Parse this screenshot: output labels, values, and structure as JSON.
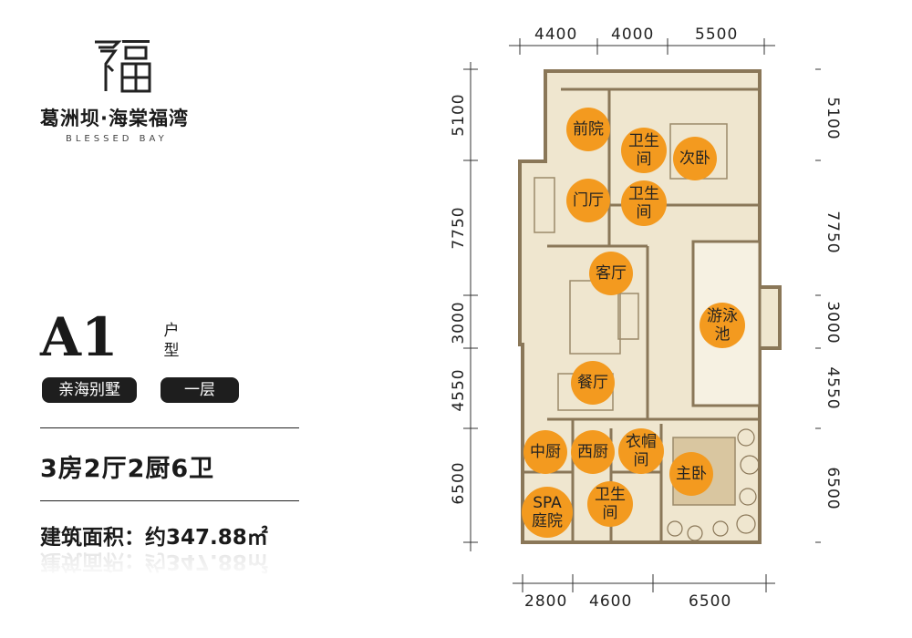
{
  "brand": {
    "logo_glyph": "福",
    "name_cn": "葛洲坝·海棠福湾",
    "name_en": "BLESSED BAY"
  },
  "unit": {
    "code": "A1",
    "suffix": "户型",
    "tag_type": "亲海别墅",
    "tag_floor": "一层",
    "rooms": "3房2厅2厨6卫",
    "area_label": "建筑面积：约347.88㎡"
  },
  "dimensions": {
    "top": [
      "4400",
      "4000",
      "5500"
    ],
    "bottom": [
      "2800",
      "4600",
      "6500"
    ],
    "left": [
      "5100",
      "7750",
      "3000",
      "4550",
      "6500"
    ],
    "right": [
      "5100",
      "7750",
      "3000",
      "4550",
      "6500"
    ]
  },
  "rooms": [
    {
      "id": "front-yard",
      "label": "前院"
    },
    {
      "id": "bathroom-1",
      "label": "卫生间"
    },
    {
      "id": "second-bedroom",
      "label": "次卧"
    },
    {
      "id": "foyer",
      "label": "门厅"
    },
    {
      "id": "bathroom-2",
      "label": "卫生间"
    },
    {
      "id": "living-room",
      "label": "客厅"
    },
    {
      "id": "pool",
      "label": "游泳池"
    },
    {
      "id": "dining-room",
      "label": "餐厅"
    },
    {
      "id": "chinese-kitchen",
      "label": "中厨"
    },
    {
      "id": "western-kitchen",
      "label": "西厨"
    },
    {
      "id": "cloakroom",
      "label": "衣帽间"
    },
    {
      "id": "master-bedroom",
      "label": "主卧"
    },
    {
      "id": "spa-courtyard",
      "label": "SPA庭院"
    },
    {
      "id": "bathroom-3",
      "label": "卫生间"
    }
  ],
  "colors": {
    "room_marker": "#f39a1f",
    "floor_fill": "#efe6cf",
    "wall": "#8a7758",
    "pool_water": "#f6f1e2"
  }
}
